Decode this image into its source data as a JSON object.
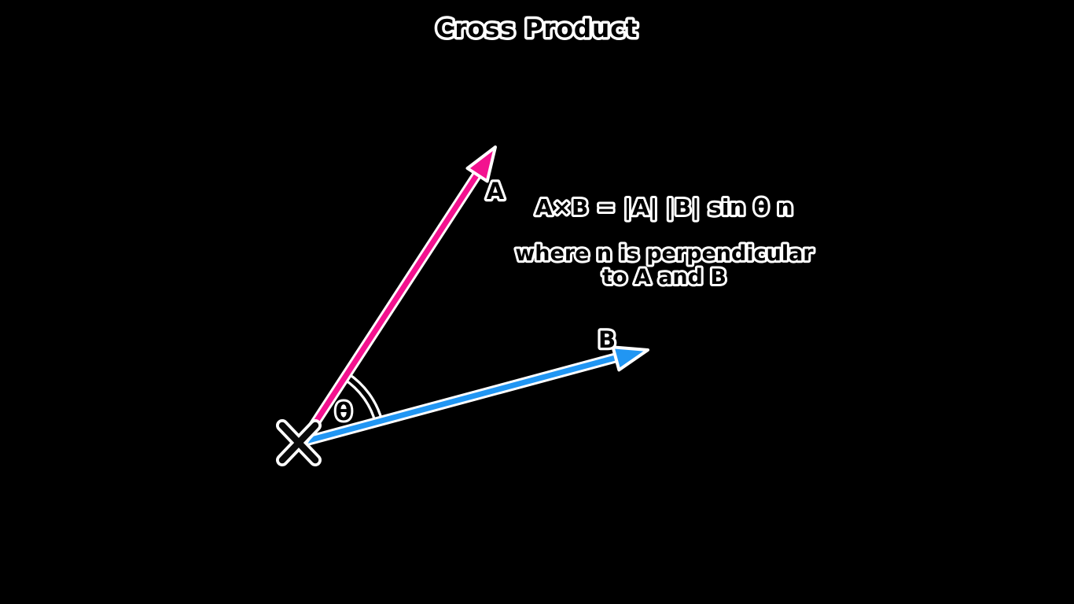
{
  "title": "Cross Product",
  "colors": {
    "background": "#000000",
    "vector_a": "#F3128F",
    "vector_b": "#2196F3",
    "outline": "#FFFFFF",
    "text_fill": "#000000",
    "arc": "#000000",
    "marker": "#0A0A0A"
  },
  "diagram": {
    "vector_a": {
      "label": "A"
    },
    "vector_b": {
      "label": "B"
    },
    "angle": {
      "label": "θ"
    },
    "origin_marker": "x-cross"
  },
  "formula": {
    "equation": "A×B = |A| |B| sin θ n",
    "note_line1": "where n is perpendicular",
    "note_line2": "to A and B"
  }
}
